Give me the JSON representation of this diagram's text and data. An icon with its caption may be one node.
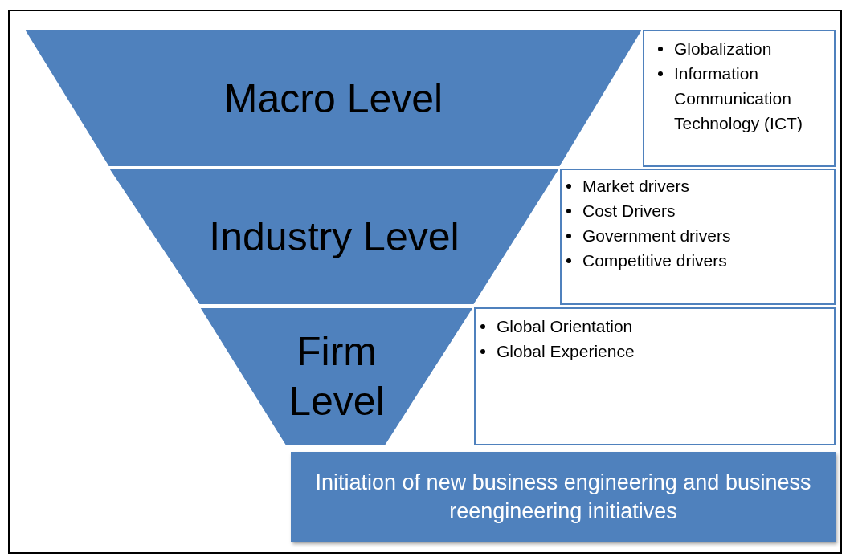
{
  "diagram": {
    "nodes": [
      {
        "text": [
          "Macro Level"
        ]
      },
      {
        "text": [
          "Globalization",
          "Information Communication Technology (ICT)"
        ]
      },
      {
        "text": [
          "Industry Level"
        ]
      },
      {
        "text": [
          "Market drivers",
          "Cost Drivers",
          "Government drivers",
          "Competitive drivers"
        ]
      },
      {
        "text": [
          "Firm Level"
        ]
      },
      {
        "text": [
          "Global Orientation",
          "Global Experience"
        ]
      },
      {
        "text": [
          "Initiation of new business engineering and business reengineering initiatives"
        ]
      }
    ],
    "edges": []
  }
}
